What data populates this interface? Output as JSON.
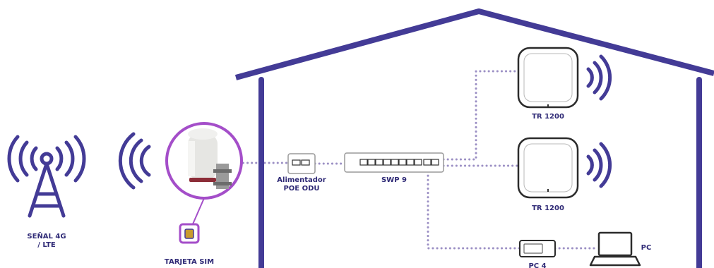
{
  "colors": {
    "house_outline": "#433b96",
    "link_dots": "#9b8fc4",
    "highlight_ring": "#a44ec9",
    "label_text": "#2f2a76",
    "signal_waves": "#433b96"
  },
  "labels": {
    "tower": [
      "SEÑAL 4G",
      "/ LTE"
    ],
    "sim": "TARJETA SIM",
    "injector": [
      "Alimentador",
      "POE ODU"
    ],
    "switch": "SWP 9",
    "ap_top": "TR 1200",
    "ap_middle": "TR 1200",
    "pc": "PC",
    "cpe": "PC 4"
  },
  "icons": {
    "tower": "cell-tower-icon",
    "outdoor_unit": "outdoor-antenna-icon",
    "sim": "sim-card-icon",
    "injector": "poe-injector-icon",
    "switch": "network-switch-icon",
    "access_point": "wireless-access-point-icon",
    "pc": "laptop-icon",
    "cpe": "router-icon"
  }
}
